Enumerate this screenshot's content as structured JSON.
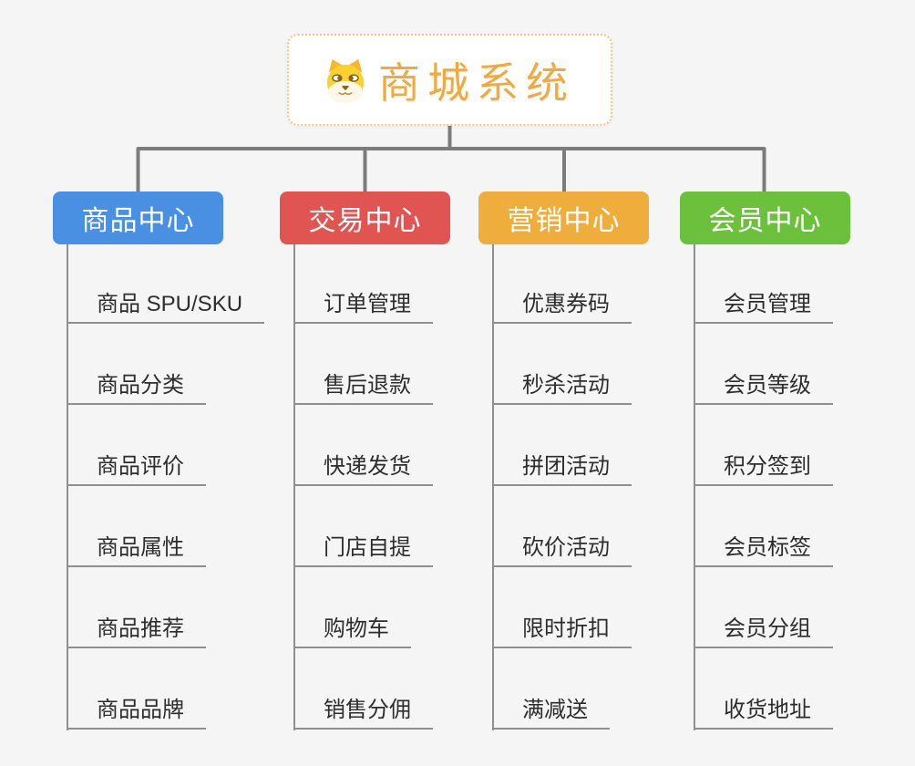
{
  "root": {
    "title": "商城系统",
    "icon": "doge-icon"
  },
  "branches": [
    {
      "label": "商品中心",
      "color": "#4a90e2",
      "items": [
        "商品 SPU/SKU",
        "商品分类",
        "商品评价",
        "商品属性",
        "商品推荐",
        "商品品牌"
      ]
    },
    {
      "label": "交易中心",
      "color": "#e05452",
      "items": [
        "订单管理",
        "售后退款",
        "快递发货",
        "门店自提",
        "购物车",
        "销售分佣"
      ]
    },
    {
      "label": "营销中心",
      "color": "#efad3b",
      "items": [
        "优惠券码",
        "秒杀活动",
        "拼团活动",
        "砍价活动",
        "限时折扣",
        "满减送"
      ]
    },
    {
      "label": "会员中心",
      "color": "#6cc13c",
      "items": [
        "会员管理",
        "会员等级",
        "积分签到",
        "会员标签",
        "会员分组",
        "收货地址"
      ]
    }
  ],
  "colors": {
    "background": "#f5f5f6",
    "root_border": "#f3c47a",
    "root_title": "#f2a93d",
    "connector": "#7c7c7c",
    "leaf_line": "#8f8f8f",
    "leaf_text": "#2d2d2d"
  }
}
